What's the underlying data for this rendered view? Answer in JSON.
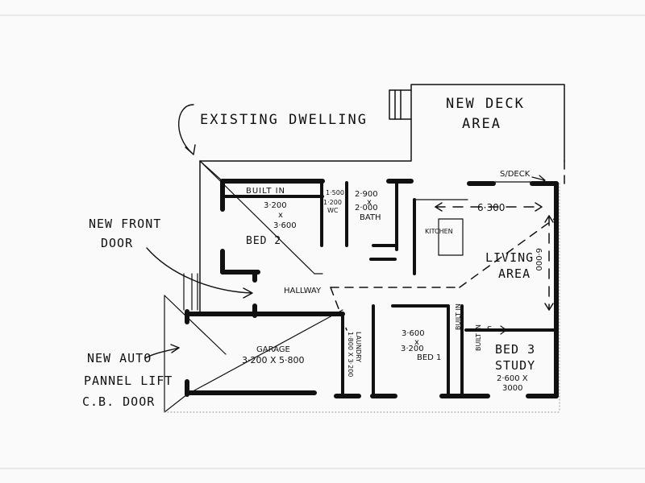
{
  "labels": {
    "existing_dwelling": "EXISTING DWELLING",
    "new_deck_line1": "NEW DECK",
    "new_deck_line2": "AREA",
    "new_front_door_line1": "NEW FRONT",
    "new_front_door_line2": "DOOR",
    "new_auto_line1": "NEW AUTO",
    "new_auto_line2": "PANNEL LIFT",
    "new_auto_line3": "C.B. DOOR",
    "s_deck": "S/DECK",
    "built_in": "BUILT IN",
    "bed2_dim1": "3·200",
    "bed2_dim_x": "x",
    "bed2_dim2": "3·600",
    "bed2": "BED 2",
    "wc_dim": "1·500",
    "wc_dim2": "1·200",
    "wc": "WC",
    "bath_dim1": "2·900",
    "bath_dim_x": "x",
    "bath_dim2": "2·000",
    "bath": "BATH",
    "kitchen": "KITCHEN",
    "living_dim": "6·300",
    "living_line1": "LIVING",
    "living_line2": "AREA",
    "living_dim_vert": "6·000",
    "hallway": "HALLWAY",
    "garage": "GARAGE",
    "garage_dim": "3·200 X 5·800",
    "laundry": "LAUNDRY",
    "laundry_dim": "1·800 X 3·200",
    "bed1_dim1": "3·600",
    "bed1_dim_x": "x",
    "bed1_dim2": "3·200",
    "bed1": "BED 1",
    "built_in_bed1": "BUILT IN",
    "built_in_study": "BUILT IN",
    "s_marker": "S",
    "bed3_line1": "BED 3",
    "bed3_line2": "STUDY",
    "bed3_dim1": "2·600 X",
    "bed3_dim2": "3000"
  }
}
